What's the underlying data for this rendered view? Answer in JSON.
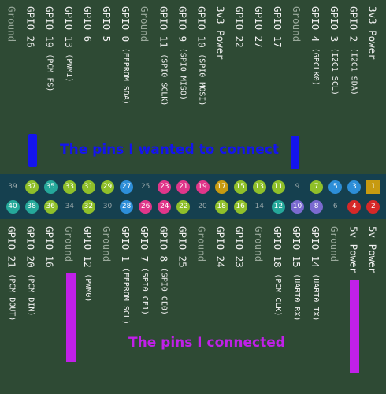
{
  "colors": {
    "background": "#2e4a34",
    "header_band": "#15404f",
    "note_wanted": "#1414ee",
    "note_connected": "#c020e8",
    "pin_power_3v3": "#c79a10",
    "pin_power_5v": "#d62828",
    "pin_gpio": "#8fbf2a",
    "pin_i2c": "#2d8ed8",
    "pin_spi": "#e0368a",
    "pin_uart": "#7a6ad0",
    "pin_pcm": "#25a89a",
    "pin_eeprom": "#2d8ed8",
    "pin_ground": "transparent"
  },
  "notes": {
    "wanted": "The pins I wanted to connect",
    "connected": "The pins I connected"
  },
  "top_labels": [
    {
      "main": "Ground",
      "sub": "",
      "kind": "ground"
    },
    {
      "main": "GPIO 26",
      "sub": "",
      "kind": "gpio"
    },
    {
      "main": "GPIO 19",
      "sub": "(PCM FS)",
      "kind": "gpio"
    },
    {
      "main": "GPIO 13",
      "sub": "(PWM1)",
      "kind": "gpio"
    },
    {
      "main": "GPIO 6",
      "sub": "",
      "kind": "gpio"
    },
    {
      "main": "GPIO 5",
      "sub": "",
      "kind": "gpio"
    },
    {
      "main": "GPIO 0",
      "sub": "(EEPROM SDA)",
      "kind": "gpio"
    },
    {
      "main": "Ground",
      "sub": "",
      "kind": "ground"
    },
    {
      "main": "GPIO 11",
      "sub": "(SPI0 SCLK)",
      "kind": "gpio"
    },
    {
      "main": "GPIO 9",
      "sub": "(SPI0 MISO)",
      "kind": "gpio"
    },
    {
      "main": "GPIO 10",
      "sub": "(SPI0 MOSI)",
      "kind": "gpio"
    },
    {
      "main": "3v3 Power",
      "sub": "",
      "kind": "power"
    },
    {
      "main": "GPIO 22",
      "sub": "",
      "kind": "gpio"
    },
    {
      "main": "GPIO 27",
      "sub": "",
      "kind": "gpio"
    },
    {
      "main": "GPIO 17",
      "sub": "",
      "kind": "gpio"
    },
    {
      "main": "Ground",
      "sub": "",
      "kind": "ground"
    },
    {
      "main": "GPIO 4",
      "sub": "(GPCLK0)",
      "kind": "gpio"
    },
    {
      "main": "GPIO 3",
      "sub": "(I2C1 SCL)",
      "kind": "gpio"
    },
    {
      "main": "GPIO 2",
      "sub": "(I2C1 SDA)",
      "kind": "gpio"
    },
    {
      "main": "3v3 Power",
      "sub": "",
      "kind": "power"
    }
  ],
  "bottom_labels": [
    {
      "main": "GPIO 21",
      "sub": "(PCM DOUT)",
      "kind": "gpio"
    },
    {
      "main": "GPIO 20",
      "sub": "(PCM DIN)",
      "kind": "gpio"
    },
    {
      "main": "GPIO 16",
      "sub": "",
      "kind": "gpio"
    },
    {
      "main": "Ground",
      "sub": "",
      "kind": "ground"
    },
    {
      "main": "GPIO 12",
      "sub": "(PWM0)",
      "kind": "gpio"
    },
    {
      "main": "Ground",
      "sub": "",
      "kind": "ground"
    },
    {
      "main": "GPIO 1",
      "sub": "(EEPROM SCL)",
      "kind": "gpio"
    },
    {
      "main": "GPIO 7",
      "sub": "(SPI0 CE1)",
      "kind": "gpio"
    },
    {
      "main": "GPIO 8",
      "sub": "(SPI0 CE0)",
      "kind": "gpio"
    },
    {
      "main": "GPIO 25",
      "sub": "",
      "kind": "gpio"
    },
    {
      "main": "Ground",
      "sub": "",
      "kind": "ground"
    },
    {
      "main": "GPIO 24",
      "sub": "",
      "kind": "gpio"
    },
    {
      "main": "GPIO 23",
      "sub": "",
      "kind": "gpio"
    },
    {
      "main": "Ground",
      "sub": "",
      "kind": "ground"
    },
    {
      "main": "GPIO 18",
      "sub": "(PCM CLK)",
      "kind": "gpio"
    },
    {
      "main": "GPIO 15",
      "sub": "(UART0 RX)",
      "kind": "gpio"
    },
    {
      "main": "GPIO 14",
      "sub": "(UART0 TX)",
      "kind": "gpio"
    },
    {
      "main": "Ground",
      "sub": "",
      "kind": "ground"
    },
    {
      "main": "5v Power",
      "sub": "",
      "kind": "power"
    },
    {
      "main": "5v Power",
      "sub": "",
      "kind": "power"
    }
  ],
  "top_pins": [
    {
      "num": "39",
      "type": "ground"
    },
    {
      "num": "37",
      "type": "gpio"
    },
    {
      "num": "35",
      "type": "pcm"
    },
    {
      "num": "33",
      "type": "gpio"
    },
    {
      "num": "31",
      "type": "gpio"
    },
    {
      "num": "29",
      "type": "gpio"
    },
    {
      "num": "27",
      "type": "eeprom"
    },
    {
      "num": "25",
      "type": "ground"
    },
    {
      "num": "23",
      "type": "spi"
    },
    {
      "num": "21",
      "type": "spi"
    },
    {
      "num": "19",
      "type": "spi"
    },
    {
      "num": "17",
      "type": "power_3v3"
    },
    {
      "num": "15",
      "type": "gpio"
    },
    {
      "num": "13",
      "type": "gpio"
    },
    {
      "num": "11",
      "type": "gpio"
    },
    {
      "num": "9",
      "type": "ground"
    },
    {
      "num": "7",
      "type": "gpio"
    },
    {
      "num": "5",
      "type": "i2c"
    },
    {
      "num": "3",
      "type": "i2c"
    },
    {
      "num": "1",
      "type": "power_3v3",
      "shape": "square"
    }
  ],
  "bottom_pins": [
    {
      "num": "40",
      "type": "pcm"
    },
    {
      "num": "38",
      "type": "pcm"
    },
    {
      "num": "36",
      "type": "gpio"
    },
    {
      "num": "34",
      "type": "ground"
    },
    {
      "num": "32",
      "type": "gpio"
    },
    {
      "num": "30",
      "type": "ground"
    },
    {
      "num": "28",
      "type": "eeprom"
    },
    {
      "num": "26",
      "type": "spi"
    },
    {
      "num": "24",
      "type": "spi"
    },
    {
      "num": "22",
      "type": "gpio"
    },
    {
      "num": "20",
      "type": "ground"
    },
    {
      "num": "18",
      "type": "gpio"
    },
    {
      "num": "16",
      "type": "gpio"
    },
    {
      "num": "14",
      "type": "ground"
    },
    {
      "num": "12",
      "type": "pcm"
    },
    {
      "num": "10",
      "type": "uart"
    },
    {
      "num": "8",
      "type": "uart"
    },
    {
      "num": "6",
      "type": "ground"
    },
    {
      "num": "4",
      "type": "power_5v"
    },
    {
      "num": "2",
      "type": "power_5v"
    }
  ]
}
